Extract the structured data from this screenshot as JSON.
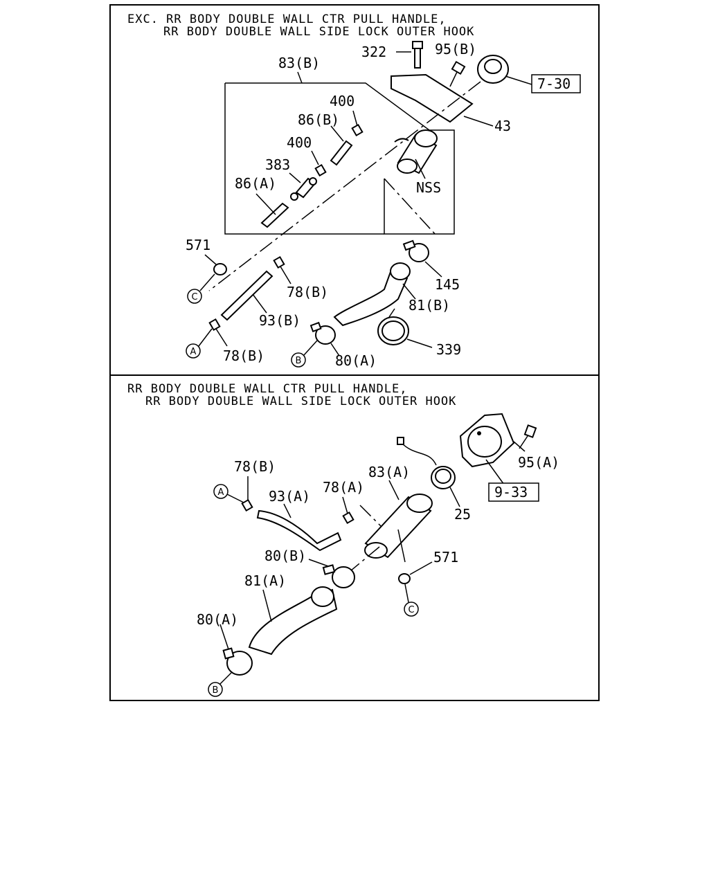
{
  "diagram": {
    "top_panel": {
      "header_line1": "EXC. RR BODY DOUBLE WALL CTR PULL HANDLE,",
      "header_line2": "RR BODY DOUBLE WALL SIDE LOCK OUTER HOOK",
      "labels": {
        "l322": "322",
        "l95b": "95(B)",
        "l83b": "83(B)",
        "l730": "7-30",
        "l400a": "400",
        "l86b": "86(B)",
        "l43": "43",
        "l400b": "400",
        "l383": "383",
        "lnss": "NSS",
        "l86a": "86(A)",
        "l571": "571",
        "l78b_1": "78(B)",
        "l145": "145",
        "l81b": "81(B)",
        "l93b": "93(B)",
        "l339": "339",
        "l78b_2": "78(B)",
        "l80a": "80(A)"
      },
      "refs": {
        "c": "C",
        "a": "A",
        "b": "B"
      }
    },
    "bottom_panel": {
      "header_line1": "RR BODY DOUBLE WALL CTR PULL HANDLE,",
      "header_line2": "RR BODY DOUBLE WALL SIDE LOCK OUTER HOOK",
      "labels": {
        "l78b": "78(B)",
        "l95a": "95(A)",
        "l93a": "93(A)",
        "l78a": "78(A)",
        "l83a": "83(A)",
        "l933": "9-33",
        "l25": "25",
        "l80b": "80(B)",
        "l571": "571",
        "l81a": "81(A)",
        "l80a": "80(A)"
      },
      "refs": {
        "a": "A",
        "b": "B",
        "c": "C"
      }
    }
  }
}
